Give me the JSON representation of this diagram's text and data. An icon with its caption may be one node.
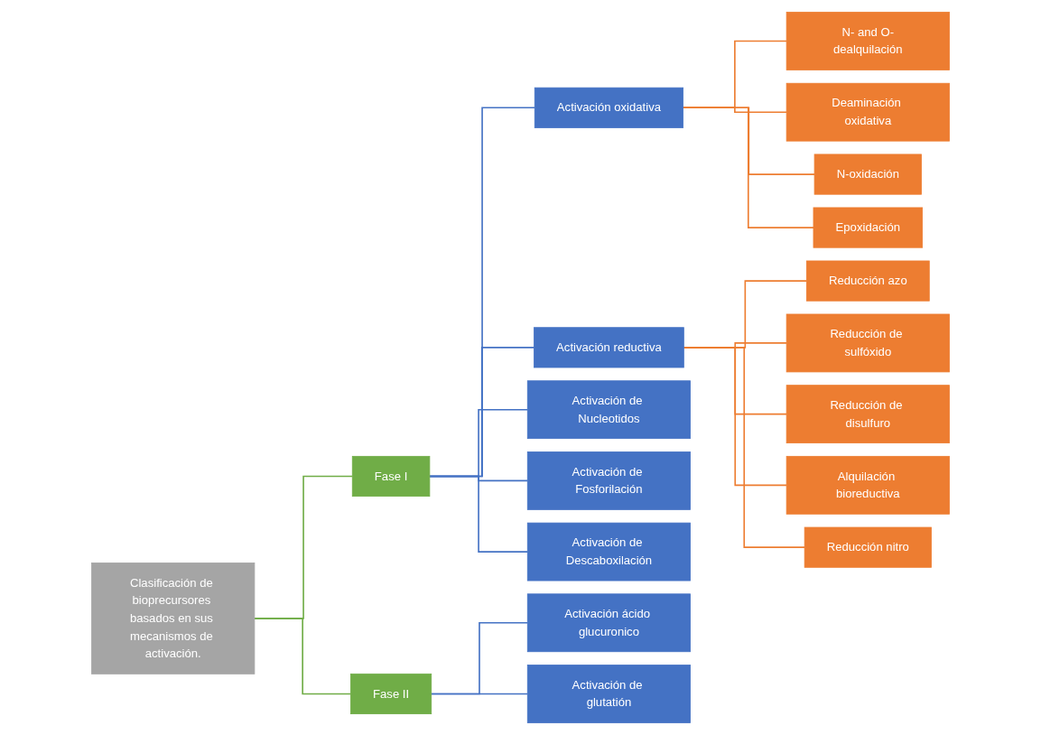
{
  "diagram": {
    "nodes": [
      {
        "text": [
          "Clasificación de bioprecursores basados en sus mecanismos de activación."
        ]
      },
      {
        "text": [
          "Fase I"
        ]
      },
      {
        "text": [
          "Fase II"
        ]
      },
      {
        "text": [
          "Activación oxidativa"
        ]
      },
      {
        "text": [
          "Activación reductiva"
        ]
      },
      {
        "text": [
          "Activación de Nucleotidos"
        ]
      },
      {
        "text": [
          "Activación de Fosforilación"
        ]
      },
      {
        "text": [
          "Activación de Descaboxilación"
        ]
      },
      {
        "text": [
          "Activación ácido glucuronico"
        ]
      },
      {
        "text": [
          "Activación de glutatión"
        ]
      },
      {
        "text": [
          "N- and O-dealquilación"
        ]
      },
      {
        "text": [
          "Deaminación oxidativa"
        ]
      },
      {
        "text": [
          "N-oxidación"
        ]
      },
      {
        "text": [
          "Epoxidación"
        ]
      },
      {
        "text": [
          "Reducción azo"
        ]
      },
      {
        "text": [
          "Reducción de sulfóxido"
        ]
      },
      {
        "text": [
          "Reducción de disulfuro"
        ]
      },
      {
        "text": [
          "Alquilación bioreductiva"
        ]
      },
      {
        "text": [
          "Reducción nitro"
        ]
      }
    ],
    "edges": [
      {
        "from": 0,
        "to": 1,
        "arrow": "none",
        "color": "#70ad47"
      },
      {
        "from": 0,
        "to": 2,
        "arrow": "none",
        "color": "#70ad47"
      },
      {
        "from": 1,
        "to": 3,
        "arrow": "none",
        "color": "#4472c4"
      },
      {
        "from": 1,
        "to": 4,
        "arrow": "none",
        "color": "#4472c4"
      },
      {
        "from": 1,
        "to": 5,
        "arrow": "none",
        "color": "#4472c4"
      },
      {
        "from": 1,
        "to": 6,
        "arrow": "none",
        "color": "#4472c4"
      },
      {
        "from": 1,
        "to": 7,
        "arrow": "none",
        "color": "#4472c4"
      },
      {
        "from": 2,
        "to": 8,
        "arrow": "none",
        "color": "#4472c4"
      },
      {
        "from": 2,
        "to": 9,
        "arrow": "none",
        "color": "#4472c4"
      },
      {
        "from": 3,
        "to": 10,
        "arrow": "none"
      },
      {
        "from": 3,
        "to": 11,
        "arrow": "none"
      },
      {
        "from": 3,
        "to": 12,
        "arrow": "none"
      },
      {
        "from": 3,
        "to": 13,
        "arrow": "none"
      },
      {
        "from": 4,
        "to": 14,
        "arrow": "none"
      },
      {
        "from": 4,
        "to": 15,
        "arrow": "none"
      },
      {
        "from": 4,
        "to": 16,
        "arrow": "none"
      },
      {
        "from": 4,
        "to": 17,
        "arrow": "none"
      },
      {
        "from": 4,
        "to": 18,
        "arrow": "none"
      }
    ]
  }
}
